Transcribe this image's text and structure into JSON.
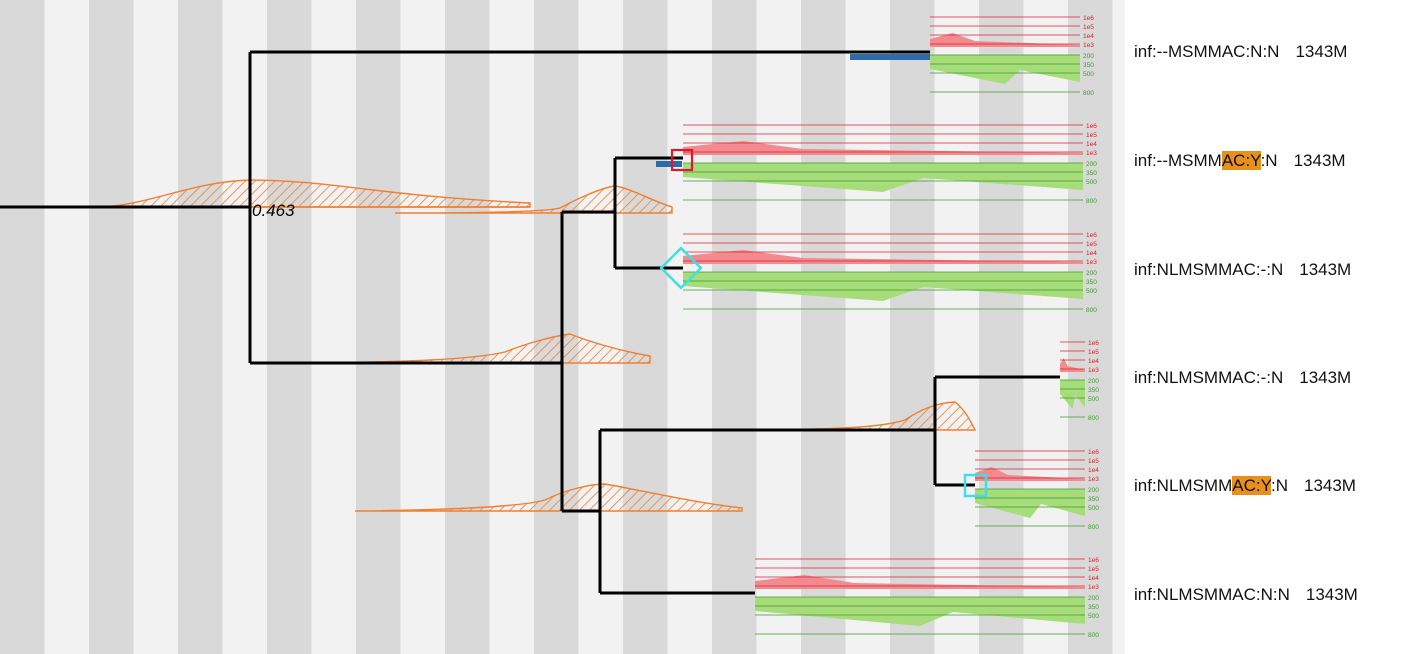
{
  "root_label": "0.463",
  "axis_ticks": [
    "1e6",
    "1e5",
    "1e4",
    "1e3",
    "200",
    "350",
    "500",
    "800"
  ],
  "colors": {
    "stripe_dark": "#d9d9d9",
    "stripe_light": "#f2f2f2",
    "branch": "#000000",
    "density": "#f07f30",
    "red_fill": "#f28a8f",
    "red_line": "#d9232d",
    "green_fill": "#a6dc7a",
    "green_line": "#3e9a2e",
    "marker_red": "#e3162b",
    "marker_cyan": "#3fe0e4",
    "bar_blue": "#2f6ba8",
    "highlight": "#e8901e"
  },
  "tips": [
    {
      "pre": "inf:--MSMMAC:N:N",
      "hl": "",
      "post": "",
      "num": "1343M"
    },
    {
      "pre": "inf:--MSMM",
      "hl": "AC:Y",
      "post": ":N",
      "num": "1343M"
    },
    {
      "pre": "inf:NLMSMMAC:-:N",
      "hl": "",
      "post": "",
      "num": "1343M"
    },
    {
      "pre": "inf:NLMSMMAC:-:N",
      "hl": "",
      "post": "",
      "num": "1343M"
    },
    {
      "pre": "inf:NLMSMM",
      "hl": "AC:Y",
      "post": ":N",
      "num": "1343M"
    },
    {
      "pre": "inf:NLMSMMAC:N:N",
      "hl": "",
      "post": "",
      "num": "1343M"
    }
  ]
}
